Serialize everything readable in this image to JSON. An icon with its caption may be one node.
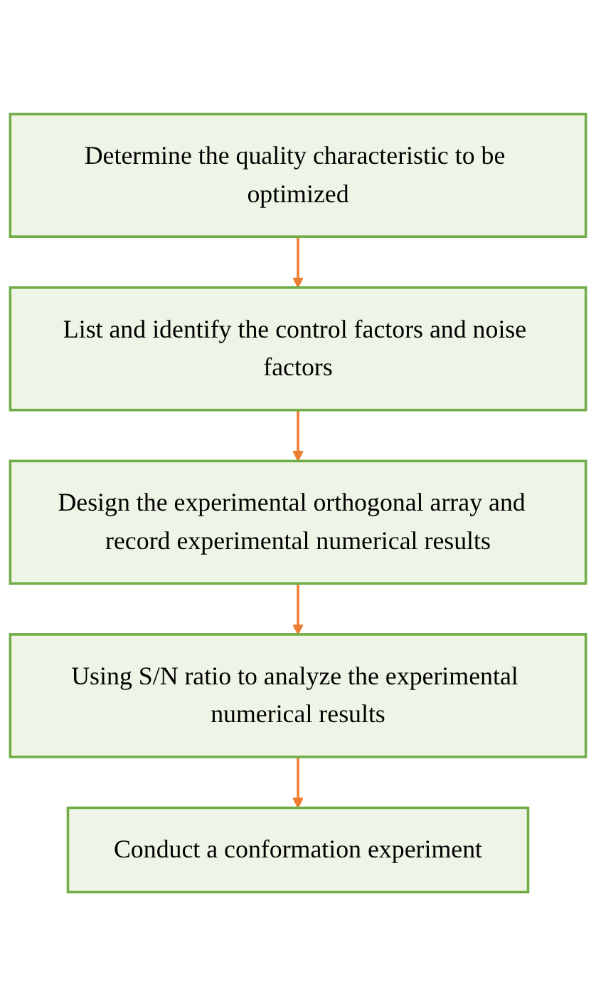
{
  "diagram": {
    "nodes": [
      {
        "text": [
          "Determine the quality characteristic to be optimized"
        ]
      },
      {
        "text": [
          "List and identify the control factors and noise factors"
        ]
      },
      {
        "text": [
          "Design the experimental orthogonal array and  record experimental numerical results"
        ]
      },
      {
        "text": [
          "Using S/N ratio to analyze the experimental numerical results"
        ]
      },
      {
        "text": [
          "Conduct a conformation experiment"
        ]
      }
    ],
    "edges": [
      {
        "from": 0,
        "to": 1,
        "arrow": "to"
      },
      {
        "from": 1,
        "to": 2,
        "arrow": "to"
      },
      {
        "from": 2,
        "to": 3,
        "arrow": "to"
      },
      {
        "from": 3,
        "to": 4,
        "arrow": "to"
      }
    ]
  }
}
